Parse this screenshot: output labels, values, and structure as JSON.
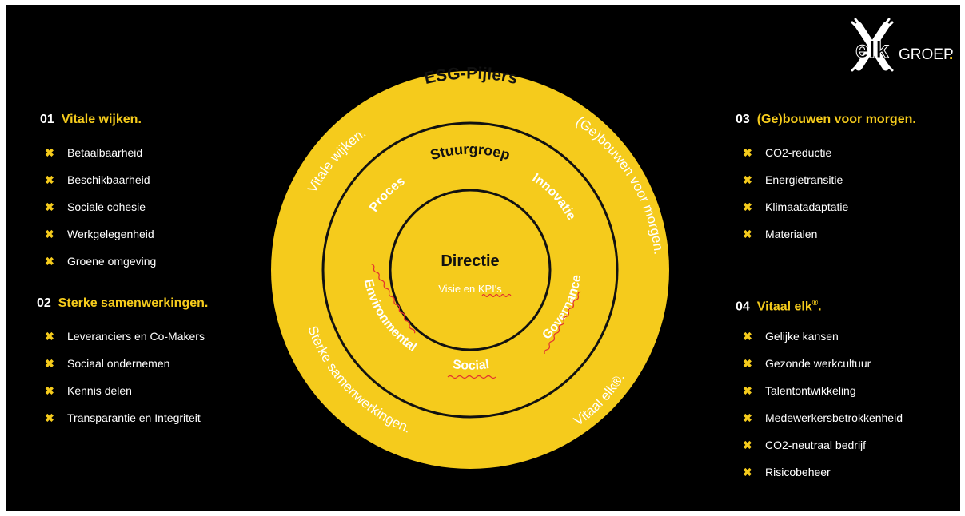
{
  "logo": {
    "mark_text": "elk",
    "word": "GROEP",
    "dot": "."
  },
  "diagram": {
    "outer_title": "ESG-Pijlers",
    "outer_ring_labels": {
      "top_left": "Vitale wijken.",
      "top_right": "(Ge)bouwen voor morgen.",
      "bottom_left": "Sterke samenwerkingen.",
      "bottom_right": "Vitaal elk®."
    },
    "middle_title": "Stuurgroep",
    "middle_ring_labels": {
      "proces": "Proces",
      "innovatie": "Innovatie",
      "environmental": "Environmental",
      "social": "Social",
      "governance": "Governance"
    },
    "center_title": "Directie",
    "center_subtitle": "Visie en KPI's"
  },
  "groups": [
    {
      "num": "01",
      "title": "Vitale wijken.",
      "sup": "",
      "items": [
        "Betaalbaarheid",
        "Beschikbaarheid",
        "Sociale cohesie",
        "Werkgelegenheid",
        "Groene omgeving"
      ]
    },
    {
      "num": "02",
      "title": "Sterke samenwerkingen.",
      "sup": "",
      "items": [
        "Leveranciers en Co-Makers",
        "Sociaal ondernemen",
        "Kennis delen",
        "Transparantie en Integriteit"
      ]
    },
    {
      "num": "03",
      "title": "(Ge)bouwen voor morgen.",
      "sup": "",
      "items": [
        "CO2-reductie",
        "Energietransitie",
        "Klimaatadaptatie",
        "Materialen"
      ]
    },
    {
      "num": "04",
      "title": "Vitaal elk",
      "sup": "®",
      "items": [
        "Gelijke kansen",
        "Gezonde werkcultuur",
        "Talentontwikkeling",
        "Medewerkersbetrokkenheid",
        "CO2-neutraal bedrijf",
        "Risicobeheer"
      ]
    }
  ],
  "bullet_glyph": "✖",
  "colors": {
    "background": "#000000",
    "accent": "#f5cb1c",
    "text": "#ffffff",
    "ring_line": "#111111",
    "error_underline": "#e23030"
  }
}
